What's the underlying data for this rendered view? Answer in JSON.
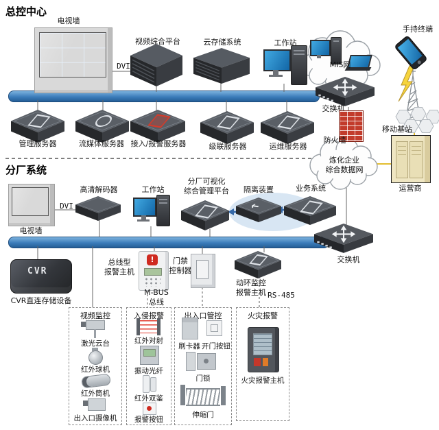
{
  "colors": {
    "bus_blue": "#3b7cba",
    "screen_blue": "#1b83c6",
    "firewall_red": "#c23b2b",
    "carrier_beige": "#efe6c2",
    "lightning_yellow": "#f6d43c",
    "wire_gray": "#666666",
    "arrow_blue": "#3468a8"
  },
  "top": {
    "title": "总控中心",
    "tv_wall": "电视墙",
    "dvi": "DVI",
    "video_platform": "视频综合平台",
    "cloud_storage": "云存储系统",
    "workstation": "工作站",
    "mis_net": "MIS网",
    "handheld": "手持终端",
    "switch": "交换机",
    "servers": [
      {
        "label": "管理服务器"
      },
      {
        "label": "流媒体服务器"
      },
      {
        "label": "接入/报警服务器"
      },
      {
        "label": "级联服务器"
      },
      {
        "label": "运维服务器"
      }
    ],
    "firewall": "防火墙",
    "data_cloud": "炼化企业\n综合数据网",
    "base_station": "移动基站",
    "carrier": "运营商"
  },
  "branch": {
    "title": "分厂系统",
    "tv_wall": "电视墙",
    "dvi": "DVI",
    "hd_decoder": "高清解码器",
    "workstation": "工作站",
    "platform": "分厂可视化\n综合管理平台",
    "isolation": "隔离装置",
    "business": "业务系统",
    "switch": "交换机",
    "cvr_text": "CVR",
    "cvr_label": "CVR直连存储设备",
    "bus_alarm_host": "总线型\n报警主机",
    "access_controller": "门禁\n控制器",
    "mbus": "M-BUS\n总线",
    "env_host": "动环监控\n报警主机",
    "rs485": "RS-485",
    "groups": [
      {
        "title": "视频监控",
        "items": [
          {
            "label": "激光云台"
          },
          {
            "label": "红外球机"
          },
          {
            "label": "红外筒机"
          },
          {
            "label": "出入口摄像机"
          }
        ]
      },
      {
        "title": "入侵报警",
        "items": [
          {
            "label": "红外对射"
          },
          {
            "label": "振动光纤"
          },
          {
            "label": "红外双鉴"
          },
          {
            "label": "报警按钮"
          }
        ]
      },
      {
        "title": "出入口管控",
        "items": [
          {
            "label": "刷卡器"
          },
          {
            "label": "开门按钮"
          },
          {
            "label": "门锁"
          },
          {
            "label": "伸缩门"
          }
        ]
      },
      {
        "title": "火灾报警",
        "items": [
          {
            "label": "火灾报警主机"
          }
        ]
      }
    ]
  }
}
